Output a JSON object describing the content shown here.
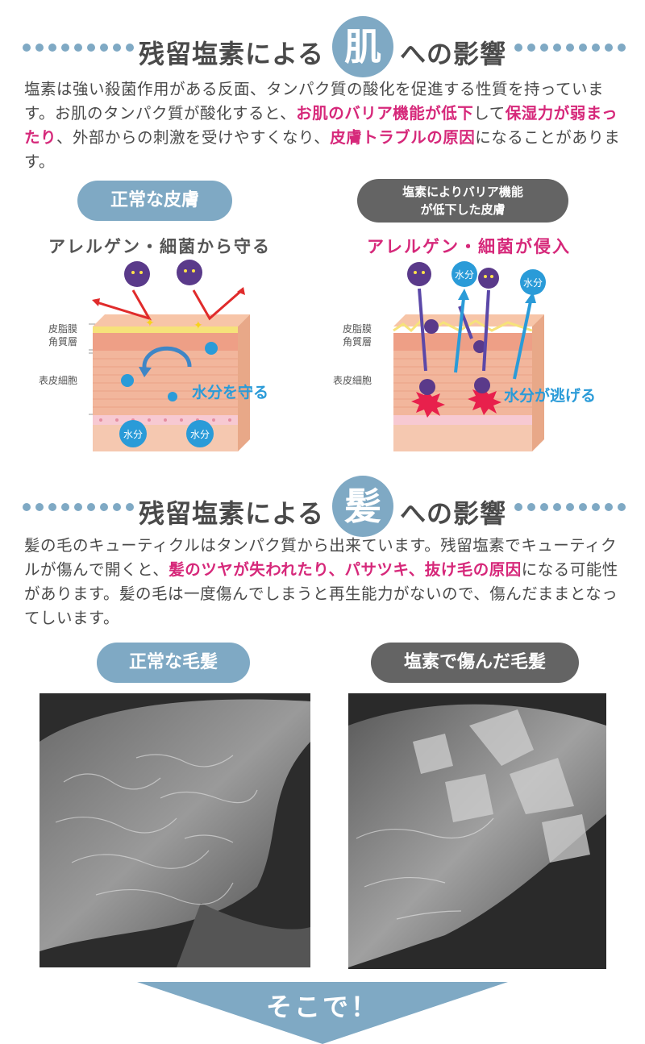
{
  "skin_section": {
    "title_pre": "残留塩素による",
    "title_big": "肌",
    "title_post": "への影響",
    "paragraph": [
      {
        "t": "塩素は強い殺菌作用がある反面、タンパク質の酸化を促進する性質を持っています。お肌のタンパク質が酸化すると、",
        "hl": false
      },
      {
        "t": "お肌のバリア機能が低下",
        "hl": true
      },
      {
        "t": "して",
        "hl": false
      },
      {
        "t": "保湿力が弱まったり",
        "hl": true
      },
      {
        "t": "、外部からの刺激を受けやすくなり、",
        "hl": false
      },
      {
        "t": "皮膚トラブルの原因",
        "hl": true
      },
      {
        "t": "になることがあります。",
        "hl": false
      }
    ],
    "normal": {
      "label": "正常な皮膚",
      "caption": "アレルゲン・細菌から守る",
      "layer_label_1": "皮脂膜",
      "layer_label_2": "角質層",
      "layer_label_3": "表皮細胞",
      "water_label": "水分を守る",
      "water_badge": "水分"
    },
    "damaged": {
      "label_line1": "塩素によりバリア機能",
      "label_line2": "が低下した皮膚",
      "caption": "アレルゲン・細菌が侵入",
      "layer_label_1": "皮脂膜",
      "layer_label_2": "角質層",
      "layer_label_3": "表皮細胞",
      "water_label": "水分が逃げる",
      "water_badge": "水分"
    }
  },
  "hair_section": {
    "title_pre": "残留塩素による",
    "title_big": "髪",
    "title_post": "への影響",
    "paragraph": [
      {
        "t": "髪の毛のキューティクルはタンパク質から出来ています。残留塩素でキューティクルが傷んで開くと、",
        "hl": false
      },
      {
        "t": "髪のツヤが失われたり、パサツキ、抜け毛の原因",
        "hl": true
      },
      {
        "t": "になる可能性があります。髪の毛は一度傷んでしまうと再生能力がないので、傷んだままとなってしいます。",
        "hl": false
      }
    ],
    "normal_label": "正常な毛髪",
    "damaged_label": "塩素で傷んだ毛髪"
  },
  "footer": {
    "arrow_text": "そこで！"
  },
  "colors": {
    "accent_blue": "#7fa9c4",
    "highlight_pink": "#d6287a",
    "dark_gray": "#646464",
    "water_blue": "#2a9bd8"
  }
}
